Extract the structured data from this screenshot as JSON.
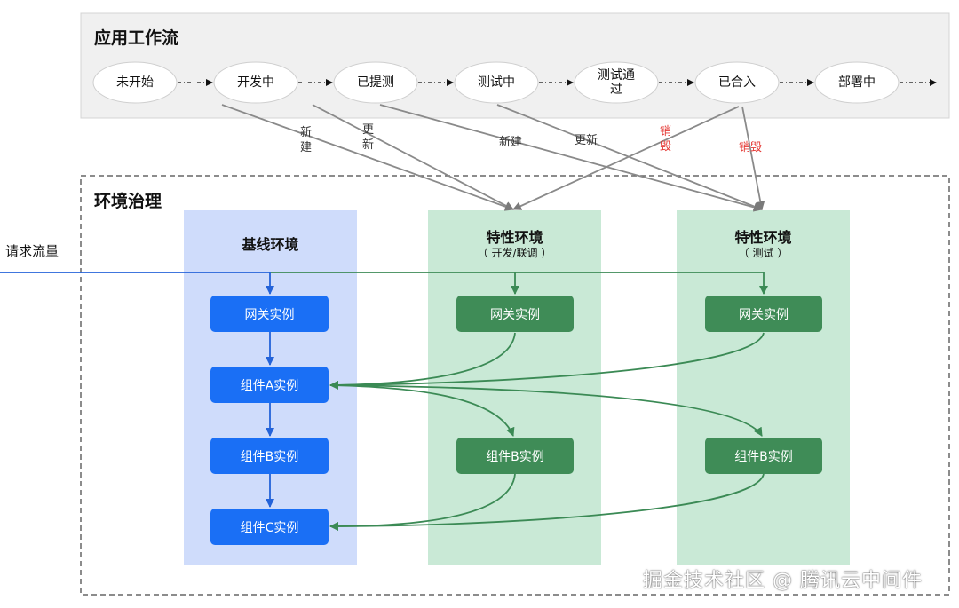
{
  "workflow": {
    "title": "应用工作流",
    "stages": [
      "未开始",
      "开发中",
      "已提测",
      "测试中",
      "测试通\n过",
      "已合入",
      "部署中"
    ]
  },
  "governance": {
    "title": "环境治理",
    "baseline": {
      "title": "基线环境",
      "boxes": [
        "网关实例",
        "组件A实例",
        "组件B实例",
        "组件C实例"
      ]
    },
    "feature_dev": {
      "title": "特性环境",
      "subtitle": "（ 开发/联调 ）",
      "boxes": [
        "网关实例",
        "组件B实例"
      ]
    },
    "feature_test": {
      "title": "特性环境",
      "subtitle": "（ 测试 ）",
      "boxes": [
        "网关实例",
        "组件B实例"
      ]
    }
  },
  "edge_labels": {
    "new1": "新\n建",
    "update1": "更\n新",
    "new2": "新建",
    "update2": "更新",
    "destroy1": "销\n毁",
    "destroy2": "销毁"
  },
  "request_traffic": "请求流量",
  "watermark": "掘金技术社区 @ 腾讯云中间件",
  "colors": {
    "panel_bg": "#f0f0f0",
    "baseline_col": "#cfdcfb",
    "feature_col": "#c9e9d6",
    "blue_box": "#1a6ff5",
    "green_box": "#3f8c57",
    "blue_line": "#2463d9",
    "green_line": "#3b8a55",
    "gray_arrow": "#8a8a8a",
    "destroy_text": "#e53935"
  }
}
